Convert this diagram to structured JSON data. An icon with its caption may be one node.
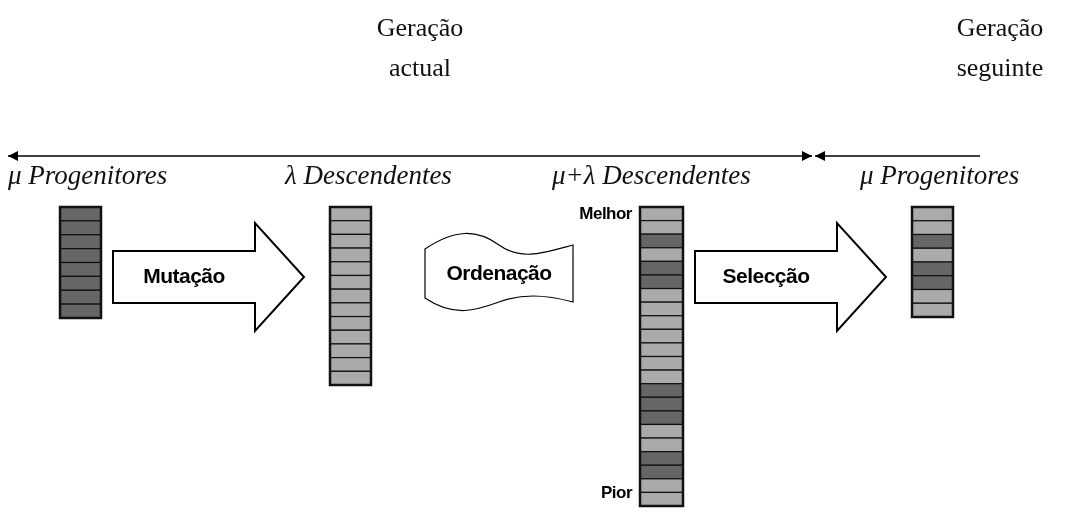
{
  "diagram": {
    "nodes": [
      {
        "text": [
          "μ Progenitores"
        ]
      },
      {
        "text": [
          "λ Descendentes"
        ]
      },
      {
        "text": [
          "Ordenação"
        ]
      },
      {
        "text": [
          "μ+λ Descendentes"
        ],
        "beside": [
          "Melhor",
          "Pior"
        ]
      },
      {
        "text": [
          "μ Progenitores"
        ]
      }
    ],
    "edges": [
      {
        "from": 0,
        "to": 1,
        "arrow": "to",
        "label": "Mutação",
        "style": "thick"
      },
      {
        "from": 3,
        "to": 4,
        "arrow": "to",
        "label": "Selecção",
        "style": "thick"
      }
    ],
    "labels": [
      "Geração actual",
      "Geração seguinte"
    ]
  }
}
